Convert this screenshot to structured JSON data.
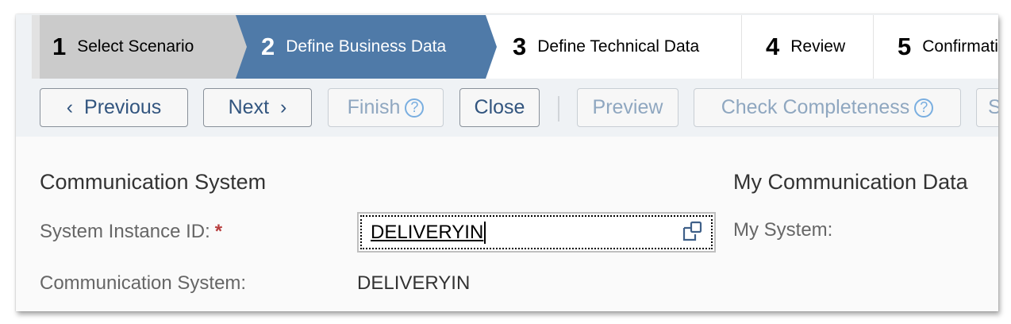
{
  "wizard": {
    "steps": [
      {
        "number": "1",
        "label": "Select Scenario",
        "state": "done"
      },
      {
        "number": "2",
        "label": "Define Business Data",
        "state": "active"
      },
      {
        "number": "3",
        "label": "Define Technical Data",
        "state": "todo"
      },
      {
        "number": "4",
        "label": "Review",
        "state": "todo"
      },
      {
        "number": "5",
        "label": "Confirmation",
        "state": "todo"
      }
    ]
  },
  "toolbar": {
    "previous": "Previous",
    "next": "Next",
    "finish": "Finish",
    "close": "Close",
    "preview": "Preview",
    "check_completeness": "Check Completeness",
    "save": "Save"
  },
  "communication_system": {
    "title": "Communication System",
    "system_instance_id_label": "System Instance ID:",
    "required_marker": "*",
    "system_instance_id_value": "DELIVERYIN",
    "communication_system_label": "Communication System:",
    "communication_system_value": "DELIVERYIN"
  },
  "my_communication_data": {
    "title": "My Communication Data",
    "my_system_label": "My System:"
  },
  "colors": {
    "active_step": "#4f7aa8",
    "done_step": "#cbcbcb",
    "button_text": "#32557f",
    "required": "#b73d3d"
  }
}
